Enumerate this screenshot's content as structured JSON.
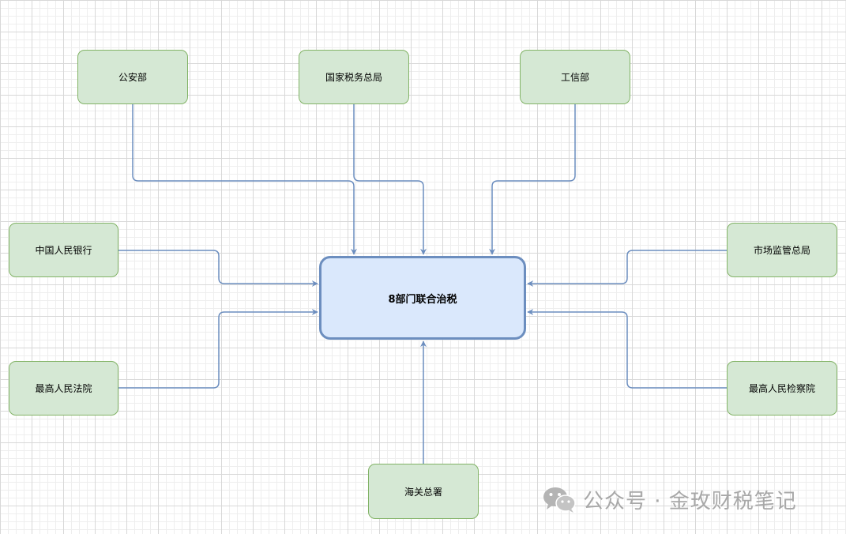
{
  "center": {
    "label": "8部门联合治税"
  },
  "nodes": {
    "mps": "公安部",
    "sat": "国家税务总局",
    "miit": "工信部",
    "pboc": "中国人民银行",
    "samr": "市场监管总局",
    "spc": "最高人民法院",
    "spp": "最高人民检察院",
    "customs": "海关总署"
  },
  "watermark": {
    "text": "公众号 · 金玫财税笔记",
    "icon": "wechat-icon"
  },
  "colors": {
    "node_fill": "#d5e8d4",
    "node_stroke": "#82b366",
    "center_fill": "#dae8fc",
    "center_stroke": "#6c8ebf",
    "edge": "#6c8ebf"
  }
}
